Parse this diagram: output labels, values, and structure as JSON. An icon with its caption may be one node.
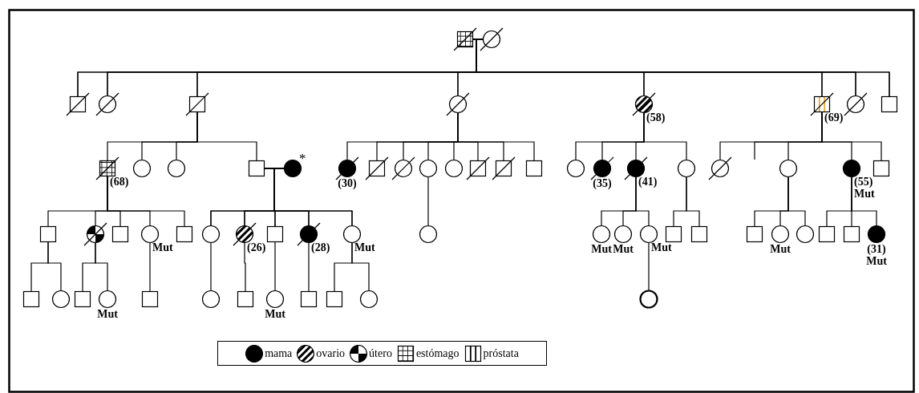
{
  "diagram": {
    "nodes": [
      {
        "text": [],
        "shape": "box"
      },
      {
        "text": [],
        "shape": "circle"
      },
      {
        "text": [],
        "shape": "box"
      },
      {
        "text": [],
        "shape": "circle"
      },
      {
        "text": [],
        "shape": "box"
      },
      {
        "text": [],
        "shape": "circle"
      },
      {
        "text": [],
        "shape": "circle",
        "beside": [
          "(58)"
        ]
      },
      {
        "text": [],
        "shape": "box",
        "beside": [
          "(69)"
        ]
      },
      {
        "text": [],
        "shape": "circle"
      },
      {
        "text": [],
        "shape": "box"
      },
      {
        "text": [],
        "shape": "box",
        "beside": [
          "(68)"
        ]
      },
      {
        "text": [],
        "shape": "circle"
      },
      {
        "text": [],
        "shape": "circle"
      },
      {
        "text": [],
        "shape": "box"
      },
      {
        "text": [],
        "shape": "circle",
        "beside": [
          "*"
        ]
      },
      {
        "text": [],
        "shape": "circle",
        "beside": [
          "(30)"
        ]
      },
      {
        "text": [],
        "shape": "box"
      },
      {
        "text": [],
        "shape": "circle"
      },
      {
        "text": [],
        "shape": "circle"
      },
      {
        "text": [],
        "shape": "circle"
      },
      {
        "text": [],
        "shape": "box"
      },
      {
        "text": [],
        "shape": "box"
      },
      {
        "text": [],
        "shape": "box"
      },
      {
        "text": [],
        "shape": "circle"
      },
      {
        "text": [],
        "shape": "circle",
        "beside": [
          "(35)"
        ]
      },
      {
        "text": [],
        "shape": "circle",
        "beside": [
          "(41)"
        ]
      },
      {
        "text": [],
        "shape": "circle"
      },
      {
        "text": [],
        "shape": "circle"
      },
      {
        "text": [],
        "shape": "circle"
      },
      {
        "text": [],
        "shape": "circle",
        "beside": [
          "(55)",
          "Mut"
        ]
      },
      {
        "text": [],
        "shape": "box"
      },
      {
        "text": [],
        "shape": "box"
      },
      {
        "text": [],
        "shape": "circle"
      },
      {
        "text": [],
        "shape": "box"
      },
      {
        "text": [],
        "shape": "circle",
        "beside": [
          "Mut"
        ]
      },
      {
        "text": [],
        "shape": "box"
      },
      {
        "text": [],
        "shape": "circle"
      },
      {
        "text": [],
        "shape": "circle",
        "beside": [
          "(26)"
        ]
      },
      {
        "text": [],
        "shape": "box"
      },
      {
        "text": [],
        "shape": "circle",
        "beside": [
          "(28)"
        ]
      },
      {
        "text": [],
        "shape": "circle",
        "beside": [
          "Mut"
        ]
      },
      {
        "text": [],
        "shape": "circle"
      },
      {
        "text": [],
        "shape": "circle",
        "beside": [
          "Mut"
        ]
      },
      {
        "text": [],
        "shape": "circle",
        "beside": [
          "Mut"
        ]
      },
      {
        "text": [],
        "shape": "circle",
        "beside": [
          "Mut"
        ]
      },
      {
        "text": [],
        "shape": "box"
      },
      {
        "text": [],
        "shape": "box"
      },
      {
        "text": [],
        "shape": "box"
      },
      {
        "text": [],
        "shape": "circle",
        "beside": [
          "Mut"
        ]
      },
      {
        "text": [],
        "shape": "circle"
      },
      {
        "text": [],
        "shape": "box"
      },
      {
        "text": [],
        "shape": "box"
      },
      {
        "text": [],
        "shape": "circle",
        "beside": [
          "(31)",
          "Mut"
        ]
      },
      {
        "text": [],
        "shape": "box"
      },
      {
        "text": [],
        "shape": "circle"
      },
      {
        "text": [],
        "shape": "box"
      },
      {
        "text": [],
        "shape": "circle",
        "beside": [
          "Mut"
        ]
      },
      {
        "text": [],
        "shape": "box"
      },
      {
        "text": [],
        "shape": "circle"
      },
      {
        "text": [],
        "shape": "box"
      },
      {
        "text": [],
        "shape": "circle",
        "beside": [
          "Mut"
        ]
      },
      {
        "text": [],
        "shape": "box"
      },
      {
        "text": [],
        "shape": "box"
      },
      {
        "text": [],
        "shape": "circle"
      },
      {
        "text": [],
        "shape": "circle"
      }
    ],
    "edges": [
      {
        "from": 0,
        "to": 1,
        "arrow": "none"
      },
      {
        "from": 0,
        "to": 2,
        "arrow": "none"
      },
      {
        "from": 0,
        "to": 3,
        "arrow": "none"
      },
      {
        "from": 0,
        "to": 4,
        "arrow": "none"
      },
      {
        "from": 0,
        "to": 5,
        "arrow": "none"
      },
      {
        "from": 0,
        "to": 6,
        "arrow": "none"
      },
      {
        "from": 0,
        "to": 7,
        "arrow": "none"
      },
      {
        "from": 0,
        "to": 8,
        "arrow": "none"
      },
      {
        "from": 0,
        "to": 9,
        "arrow": "none"
      },
      {
        "from": 1,
        "to": 2,
        "arrow": "none"
      },
      {
        "from": 1,
        "to": 3,
        "arrow": "none"
      },
      {
        "from": 1,
        "to": 4,
        "arrow": "none"
      },
      {
        "from": 1,
        "to": 5,
        "arrow": "none"
      },
      {
        "from": 1,
        "to": 6,
        "arrow": "none"
      },
      {
        "from": 1,
        "to": 7,
        "arrow": "none"
      },
      {
        "from": 1,
        "to": 8,
        "arrow": "none"
      },
      {
        "from": 1,
        "to": 9,
        "arrow": "none"
      },
      {
        "from": 4,
        "to": 10,
        "arrow": "none"
      },
      {
        "from": 4,
        "to": 11,
        "arrow": "none"
      },
      {
        "from": 4,
        "to": 12,
        "arrow": "none"
      },
      {
        "from": 4,
        "to": 13,
        "arrow": "none"
      },
      {
        "from": 13,
        "to": 14,
        "arrow": "none"
      },
      {
        "from": 5,
        "to": 15,
        "arrow": "none"
      },
      {
        "from": 5,
        "to": 16,
        "arrow": "none"
      },
      {
        "from": 5,
        "to": 17,
        "arrow": "none"
      },
      {
        "from": 5,
        "to": 18,
        "arrow": "none"
      },
      {
        "from": 5,
        "to": 19,
        "arrow": "none"
      },
      {
        "from": 5,
        "to": 20,
        "arrow": "none"
      },
      {
        "from": 5,
        "to": 21,
        "arrow": "none"
      },
      {
        "from": 5,
        "to": 22,
        "arrow": "none"
      },
      {
        "from": 6,
        "to": 23,
        "arrow": "none"
      },
      {
        "from": 6,
        "to": 24,
        "arrow": "none"
      },
      {
        "from": 6,
        "to": 25,
        "arrow": "none"
      },
      {
        "from": 6,
        "to": 26,
        "arrow": "none"
      },
      {
        "from": 7,
        "to": 27,
        "arrow": "none"
      },
      {
        "from": 7,
        "to": null,
        "arrow": "none"
      },
      {
        "from": 7,
        "to": 28,
        "arrow": "none"
      },
      {
        "from": 7,
        "to": 29,
        "arrow": "none"
      },
      {
        "from": 7,
        "to": 30,
        "arrow": "none"
      },
      {
        "from": 10,
        "to": 31,
        "arrow": "none"
      },
      {
        "from": 10,
        "to": 32,
        "arrow": "none"
      },
      {
        "from": 10,
        "to": 33,
        "arrow": "none"
      },
      {
        "from": 10,
        "to": 34,
        "arrow": "none"
      },
      {
        "from": 10,
        "to": 35,
        "arrow": "none"
      },
      {
        "from": 13,
        "to": 36,
        "arrow": "none"
      },
      {
        "from": 13,
        "to": 37,
        "arrow": "none"
      },
      {
        "from": 13,
        "to": 38,
        "arrow": "none"
      },
      {
        "from": 13,
        "to": 39,
        "arrow": "none"
      },
      {
        "from": 13,
        "to": 40,
        "arrow": "none"
      },
      {
        "from": 14,
        "to": 36,
        "arrow": "none"
      },
      {
        "from": 14,
        "to": 37,
        "arrow": "none"
      },
      {
        "from": 14,
        "to": 38,
        "arrow": "none"
      },
      {
        "from": 14,
        "to": 39,
        "arrow": "none"
      },
      {
        "from": 14,
        "to": 40,
        "arrow": "none"
      },
      {
        "from": 18,
        "to": 41,
        "arrow": "none"
      },
      {
        "from": 25,
        "to": 42,
        "arrow": "none"
      },
      {
        "from": 25,
        "to": 43,
        "arrow": "none"
      },
      {
        "from": 25,
        "to": 44,
        "arrow": "none"
      },
      {
        "from": 26,
        "to": 45,
        "arrow": "none"
      },
      {
        "from": 26,
        "to": 46,
        "arrow": "none"
      },
      {
        "from": 28,
        "to": 47,
        "arrow": "none"
      },
      {
        "from": 28,
        "to": 48,
        "arrow": "none"
      },
      {
        "from": 28,
        "to": 49,
        "arrow": "none"
      },
      {
        "from": 29,
        "to": 50,
        "arrow": "none"
      },
      {
        "from": 29,
        "to": 51,
        "arrow": "none"
      },
      {
        "from": 29,
        "to": 52,
        "arrow": "none"
      },
      {
        "from": 31,
        "to": 53,
        "arrow": "none"
      },
      {
        "from": 31,
        "to": 54,
        "arrow": "none"
      },
      {
        "from": 32,
        "to": 55,
        "arrow": "none"
      },
      {
        "from": 32,
        "to": 56,
        "arrow": "none"
      },
      {
        "from": 34,
        "to": 57,
        "arrow": "none"
      },
      {
        "from": 36,
        "to": 58,
        "arrow": "none"
      },
      {
        "from": 37,
        "to": 59,
        "arrow": "none"
      },
      {
        "from": 38,
        "to": 60,
        "arrow": "none"
      },
      {
        "from": 39,
        "to": 61,
        "arrow": "none"
      },
      {
        "from": 40,
        "to": 62,
        "arrow": "none"
      },
      {
        "from": 40,
        "to": 63,
        "arrow": "none"
      },
      {
        "from": 44,
        "to": 64,
        "arrow": "none"
      }
    ],
    "legend": [
      {
        "text": "mama"
      },
      {
        "text": "ovario"
      },
      {
        "text": "útero"
      },
      {
        "text": "estómago"
      },
      {
        "text": "próstata"
      }
    ]
  }
}
